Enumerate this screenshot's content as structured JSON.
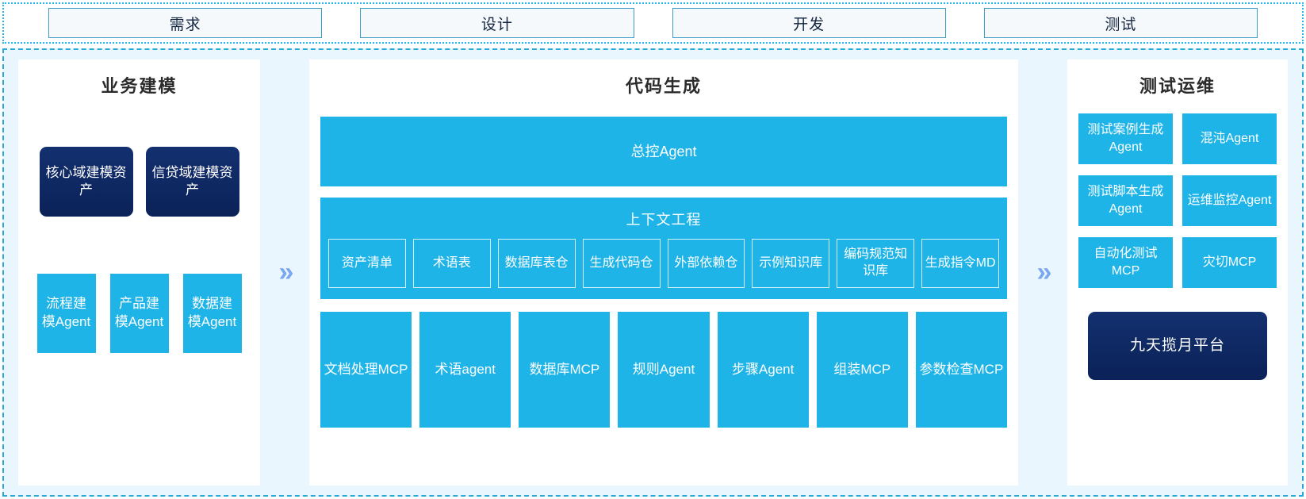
{
  "phases": [
    {
      "label": "需求"
    },
    {
      "label": "设计"
    },
    {
      "label": "开发"
    },
    {
      "label": "测试"
    }
  ],
  "chevron": {
    "glyph": "»"
  },
  "left_panel": {
    "title": "业务建模",
    "assets": [
      {
        "label": "核心域建模资产"
      },
      {
        "label": "信贷域建模资产"
      }
    ],
    "agents": [
      {
        "label": "流程建模Agent"
      },
      {
        "label": "产品建模Agent"
      },
      {
        "label": "数据建模Agent"
      }
    ]
  },
  "mid_panel": {
    "title": "代码生成",
    "master_agent": {
      "label": "总控Agent"
    },
    "context": {
      "title": "上下文工程",
      "items": [
        {
          "label": "资产清单"
        },
        {
          "label": "术语表"
        },
        {
          "label": "数据库表仓"
        },
        {
          "label": "生成代码仓"
        },
        {
          "label": "外部依赖仓"
        },
        {
          "label": "示例知识库"
        },
        {
          "label": "编码规范知识库"
        },
        {
          "label": "生成指令MD"
        }
      ]
    },
    "tools": [
      {
        "label": "文档处理MCP"
      },
      {
        "label": "术语agent"
      },
      {
        "label": "数据库MCP"
      },
      {
        "label": "规则Agent"
      },
      {
        "label": "步骤Agent"
      },
      {
        "label": "组装MCP"
      },
      {
        "label": "参数检查MCP"
      }
    ]
  },
  "right_panel": {
    "title": "测试运维",
    "items": [
      {
        "label": "测试案例生成Agent"
      },
      {
        "label": "混沌Agent"
      },
      {
        "label": "测试脚本生成Agent"
      },
      {
        "label": "运维监控Agent"
      },
      {
        "label": "自动化测试MCP"
      },
      {
        "label": "灾切MCP"
      }
    ],
    "platform": {
      "label": "九天揽月平台"
    }
  },
  "colors": {
    "cyan": "#1eb4e8",
    "navy": "#0e2b6b",
    "frame_border": "#2aa9d6",
    "frame_bg": "#eaf6fe",
    "chevron": "#7aa7f0"
  }
}
